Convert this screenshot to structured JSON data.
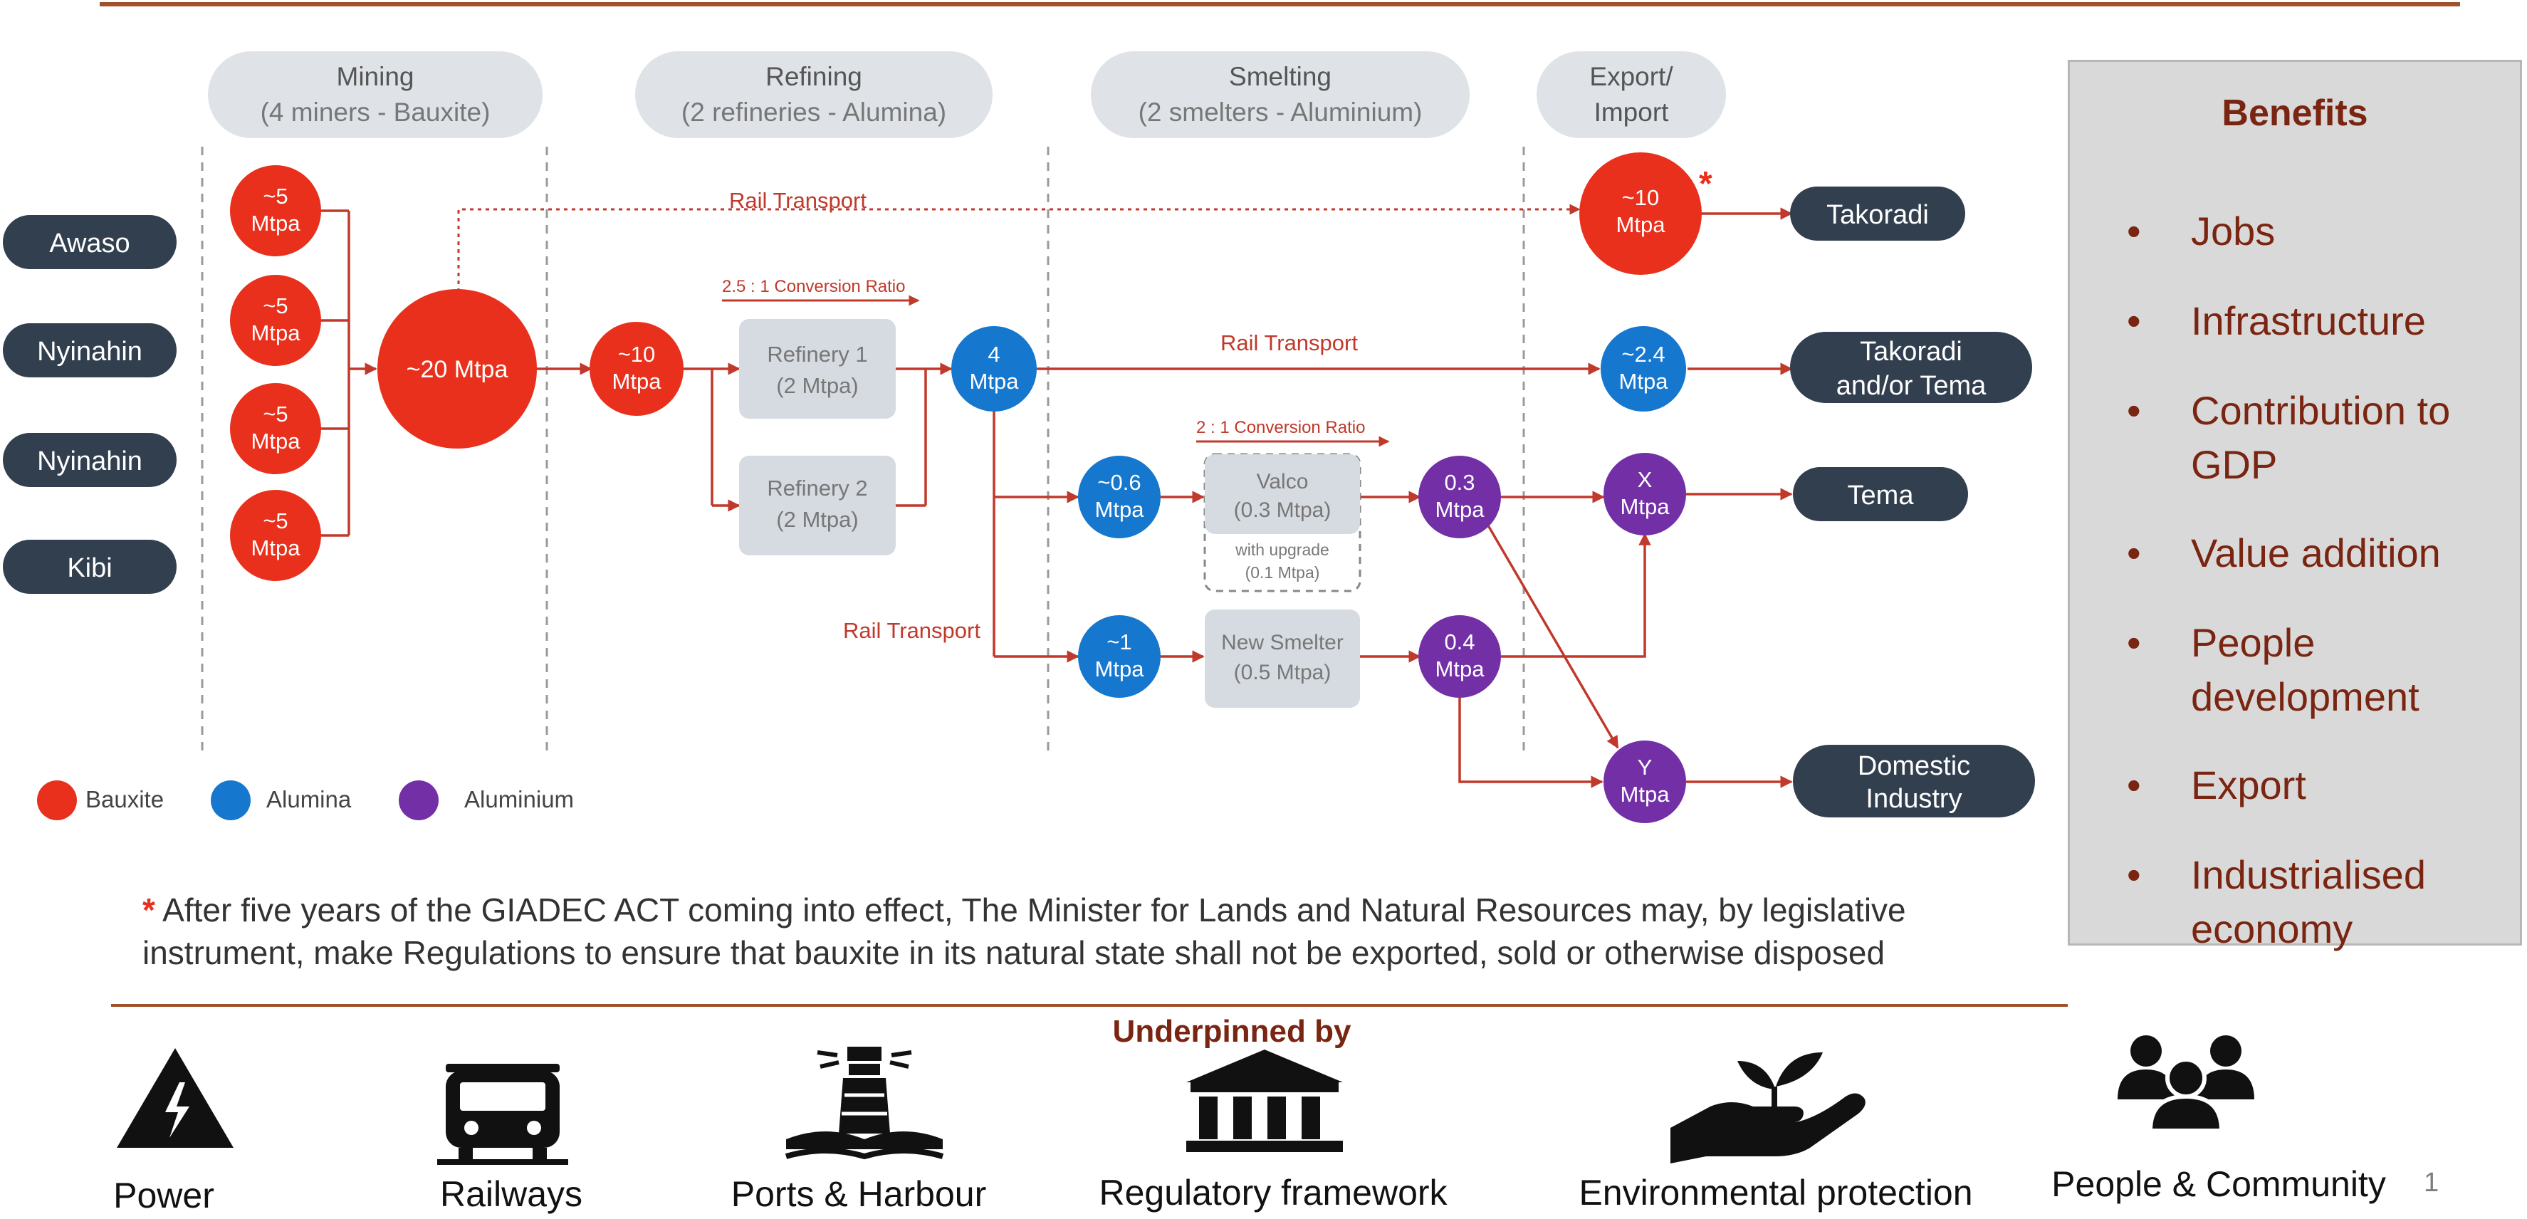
{
  "stages": [
    {
      "line1": "Mining",
      "line2": "(4 miners - Bauxite)"
    },
    {
      "line1": "Refining",
      "line2": "(2 refineries - Alumina)"
    },
    {
      "line1": "Smelting",
      "line2": "(2 smelters - Aluminium)"
    },
    {
      "line1": "Export/",
      "line2": "Import"
    }
  ],
  "locations": [
    "Awaso",
    "Nyinahin",
    "Nyinahin",
    "Kibi"
  ],
  "mines": [
    {
      "l1": "~5",
      "l2": "Mtpa"
    },
    {
      "l1": "~5",
      "l2": "Mtpa"
    },
    {
      "l1": "~5",
      "l2": "Mtpa"
    },
    {
      "l1": "~5",
      "l2": "Mtpa"
    }
  ],
  "nodes": {
    "total_bauxite": "~20 Mtpa",
    "to_refinery": {
      "l1": "~10",
      "l2": "Mtpa"
    },
    "export_bauxite": {
      "l1": "~10",
      "l2": "Mtpa"
    },
    "alumina_out": {
      "l1": "4",
      "l2": "Mtpa"
    },
    "alumina_export": {
      "l1": "~2.4",
      "l2": "Mtpa"
    },
    "alumina_valco": {
      "l1": "~0.6",
      "l2": "Mtpa"
    },
    "alumina_new": {
      "l1": "~1",
      "l2": "Mtpa"
    },
    "al_valco": {
      "l1": "0.3",
      "l2": "Mtpa"
    },
    "al_new": {
      "l1": "0.4",
      "l2": "Mtpa"
    },
    "al_x": {
      "l1": "X",
      "l2": "Mtpa"
    },
    "al_y": {
      "l1": "Y",
      "l2": "Mtpa"
    }
  },
  "processors": {
    "refinery1": {
      "l1": "Refinery 1",
      "l2": "(2 Mtpa)"
    },
    "refinery2": {
      "l1": "Refinery 2",
      "l2": "(2 Mtpa)"
    },
    "valco": {
      "l1": "Valco",
      "l2": "(0.3 Mtpa)",
      "upgrade1": "with upgrade",
      "upgrade2": "(0.1 Mtpa)"
    },
    "new_smelter": {
      "l1": "New Smelter",
      "l2": "(0.5 Mtpa)"
    }
  },
  "destinations": {
    "takoradi": "Takoradi",
    "takoradi_tema_l1": "Takoradi",
    "takoradi_tema_l2": "and/or Tema",
    "tema": "Tema",
    "domestic_l1": "Domestic",
    "domestic_l2": "Industry"
  },
  "flow_labels": {
    "rail_top": "Rail Transport",
    "rail_mid": "Rail Transport",
    "rail_low": "Rail Transport",
    "ratio_refining": "2.5 : 1 Conversion Ratio",
    "ratio_smelting": "2 : 1 Conversion Ratio",
    "asterisk": "*"
  },
  "legend": [
    {
      "label": "Bauxite",
      "color": "#e8301c"
    },
    {
      "label": "Alumina",
      "color": "#1677cf"
    },
    {
      "label": "Aluminium",
      "color": "#7330a6"
    }
  ],
  "colors": {
    "bauxite": "#e8301c",
    "alumina": "#1677cf",
    "aluminium": "#7330a6",
    "location_pill": "#323f4f",
    "stage_pill": "#dfe3e8",
    "processor_box": "#d6dbe1",
    "arrow": "#c0392b",
    "accent_line": "#a0522d"
  },
  "benefits": {
    "title": "Benefits",
    "bullet": "•",
    "items": [
      {
        "l1": "Jobs"
      },
      {
        "l1": "Infrastructure"
      },
      {
        "l1": "Contribution to",
        "l2": "GDP"
      },
      {
        "l1": "Value addition"
      },
      {
        "l1": "People",
        "l2": "development"
      },
      {
        "l1": "Export"
      },
      {
        "l1": "Industrialised",
        "l2": "economy"
      }
    ]
  },
  "footnote": {
    "star": "*",
    "text": "After five years of the GIADEC ACT coming into effect, The Minister for Lands and Natural Resources may, by legislative instrument, make Regulations to ensure that bauxite in its natural state shall not be exported, sold or otherwise disposed"
  },
  "underpinned": {
    "title": "Underpinned by",
    "items": [
      {
        "label": "Power",
        "icon": "power-warning-icon"
      },
      {
        "label": "Railways",
        "icon": "train-icon"
      },
      {
        "label": "Ports & Harbour",
        "icon": "lighthouse-icon"
      },
      {
        "label": "Regulatory framework",
        "icon": "government-building-icon"
      },
      {
        "label": "Environmental protection",
        "icon": "hand-sprout-icon"
      },
      {
        "label": "People & Community",
        "icon": "people-group-icon"
      }
    ]
  },
  "page_number": "1"
}
